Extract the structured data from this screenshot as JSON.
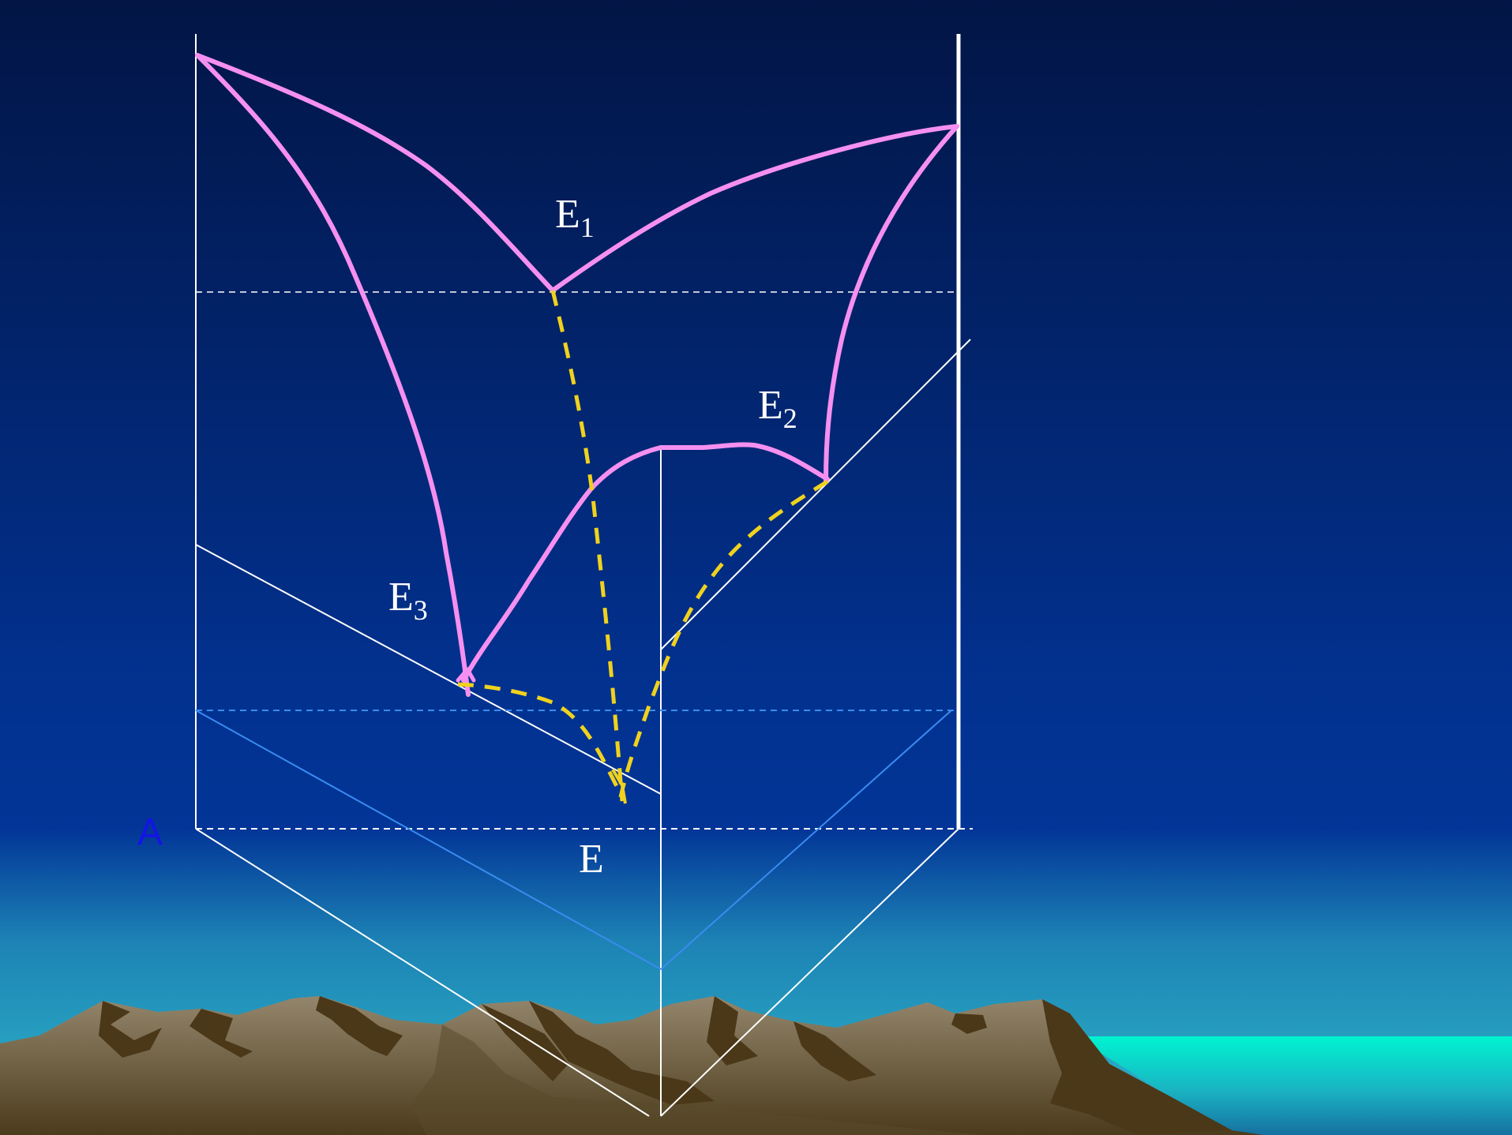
{
  "labels": {
    "e1": {
      "main": "E",
      "sub": "1"
    },
    "e2": {
      "main": "E",
      "sub": "2"
    },
    "e3": {
      "main": "E",
      "sub": "3"
    },
    "e": "E",
    "a": "A"
  },
  "colors": {
    "sky_top": "#021545",
    "sky_mid": "#02318f",
    "horizon": "#2aa7c1",
    "sea": "#00f0cc",
    "mountain_light": "#8a7b63",
    "mountain_dark": "#4a3818",
    "frame_lines": "#ffffff",
    "blue_lines": "#3a8cf0",
    "liquidus_curves": "#f590f0",
    "eutectic_paths": "#f0d21e",
    "label_a": "#1414e6"
  }
}
